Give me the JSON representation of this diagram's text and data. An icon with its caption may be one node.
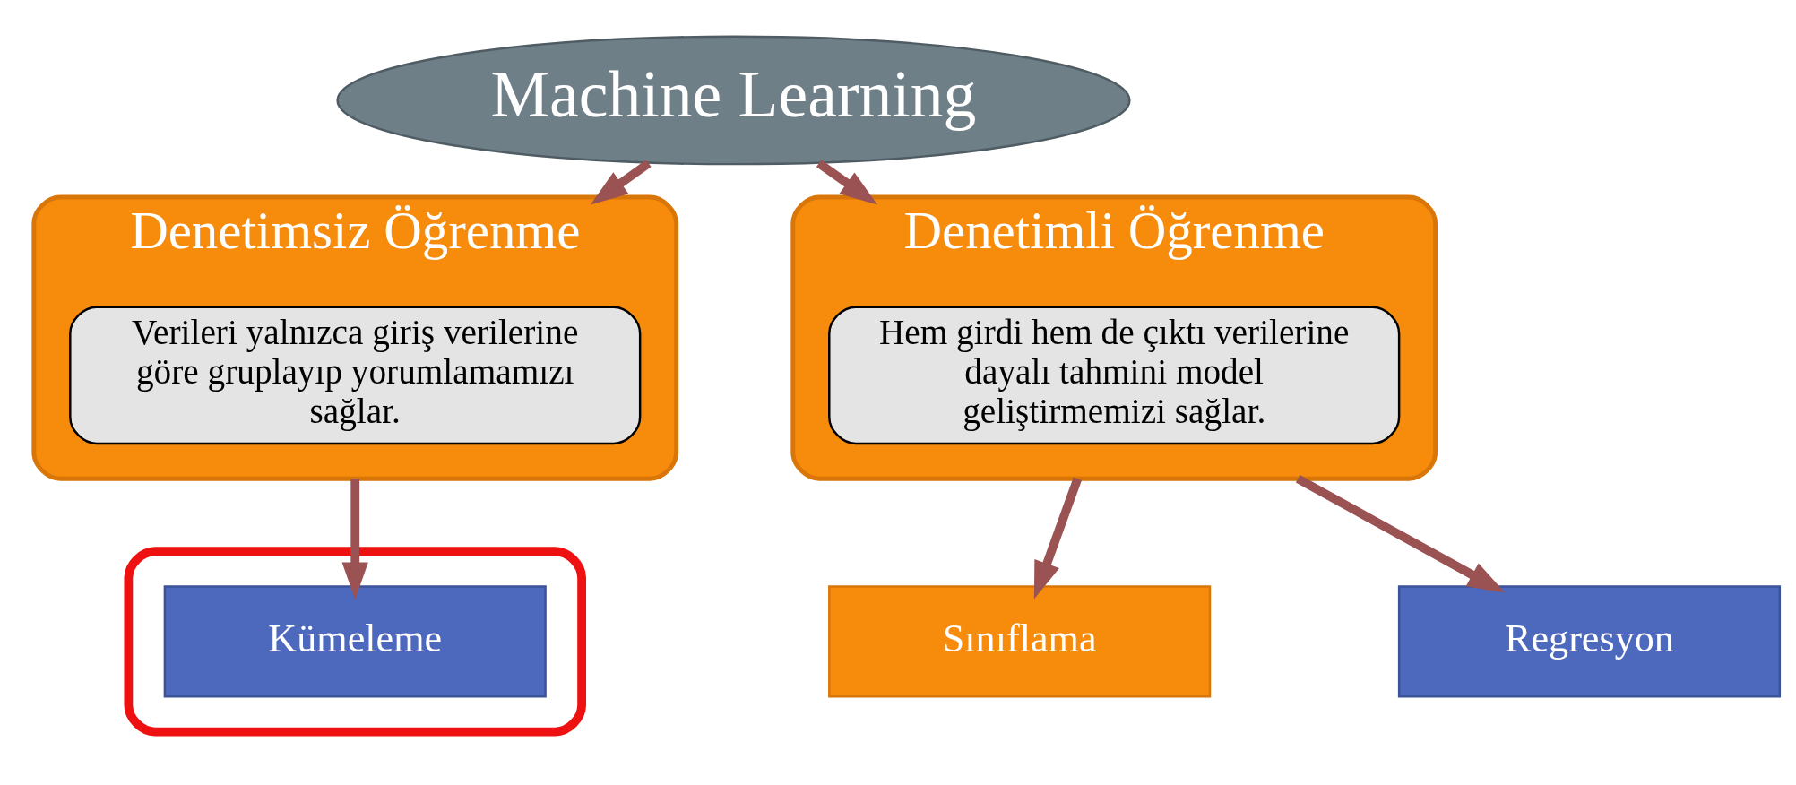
{
  "diagram": {
    "nodes": [
      {
        "text": [
          "Machine Learning"
        ]
      },
      {
        "text": [
          "Denetimsiz Öğrenme"
        ]
      },
      {
        "text": [
          "Verileri yalnızca giriş verilerine göre gruplayıp yorumlamamızı sağlar."
        ],
        "in": 1
      },
      {
        "text": [
          "Denetimli Öğrenme"
        ]
      },
      {
        "text": [
          "Hem girdi hem de çıktı verilerine dayalı tahmini model geliştirmemizi sağlar."
        ],
        "in": 3
      },
      {
        "text": [],
        "shape": "box"
      },
      {
        "text": [
          "Kümeleme"
        ],
        "in": 5
      },
      {
        "text": [
          "Sınıflama"
        ]
      },
      {
        "text": [
          "Regresyon"
        ]
      }
    ],
    "edges": [
      {
        "from": 0,
        "to": 1,
        "arrow": "to"
      },
      {
        "from": 0,
        "to": 3,
        "arrow": "to"
      },
      {
        "from": 1,
        "to": 6,
        "arrow": "to"
      },
      {
        "from": 3,
        "to": 7,
        "arrow": "to"
      },
      {
        "from": 3,
        "to": 8,
        "arrow": "to"
      }
    ]
  }
}
